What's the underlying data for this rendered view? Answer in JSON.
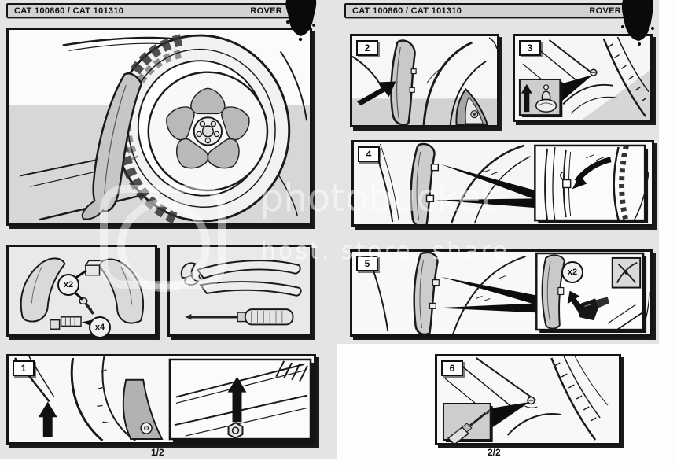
{
  "watermark": {
    "brand": "photobucket",
    "tagline": "host. store. share."
  },
  "page1": {
    "header": {
      "catalog": "CAT 100860 / CAT 101310",
      "brand": "ROVER"
    },
    "page_number": "1/2",
    "step_labels": {
      "s1": "1"
    },
    "parts": {
      "clip_qty": "x2",
      "rivet_qty": "x4"
    }
  },
  "page2": {
    "header": {
      "catalog": "CAT 100860 / CAT 101310",
      "brand": "ROVER"
    },
    "page_number": "2/2",
    "step_labels": {
      "s2": "2",
      "s3": "3",
      "s4": "4",
      "s5": "5",
      "s6": "6"
    },
    "step5_qty": "x2"
  },
  "colors": {
    "page_bg": "#e4e4e4",
    "ink": "#141414",
    "flap_gray": "#c9c9c9"
  },
  "icons": {
    "camera-logo": "rounded-square-with-lens-circle",
    "solid-arrow": "black filled arrow",
    "callout-wedge": "black tapered triangle",
    "pliers": "water-pump pliers",
    "screwdriver": "flat screwdriver"
  }
}
